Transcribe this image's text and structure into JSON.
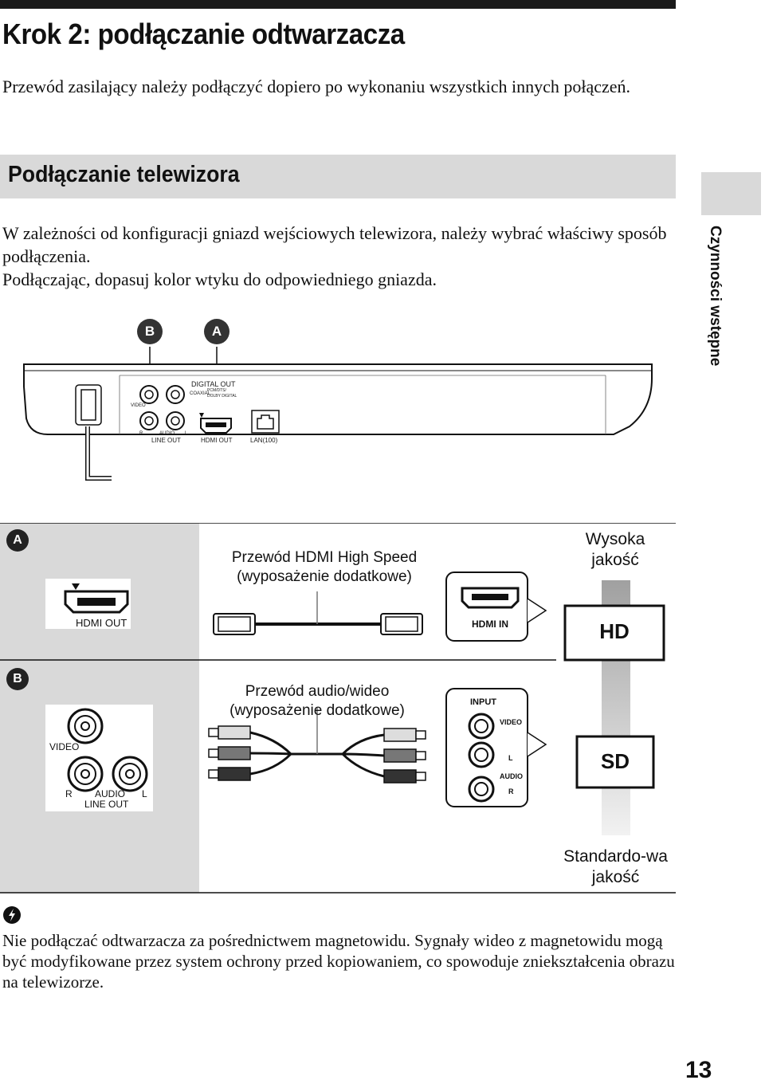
{
  "page": {
    "title": "Krok 2: podłączanie odtwarzacza",
    "intro": "Przewód zasilający należy podłączyć dopiero po wykonaniu wszystkich innych połączeń.",
    "section_title": "Podłączanie telewizora",
    "section_text_1": "W zależności od konfiguracji gniazd wejściowych telewizora, należy wybrać właściwy sposób podłączenia.",
    "section_text_2": "Podłączając, dopasuj kolor wtyku do odpowiedniego gniazda.",
    "side_label": "Czynności wstępne",
    "page_number": "13"
  },
  "rear_panel": {
    "badge_b": "B",
    "badge_a": "A",
    "digital_out": "DIGITAL OUT",
    "coaxial": "COAXIAL",
    "pcm_label_1": "PCM/DTS/",
    "pcm_label_2": "DOLBY DIGITAL",
    "video": "VIDEO",
    "r": "R",
    "audio": "AUDIO",
    "l": "L",
    "line_out": "LINE OUT",
    "hdmi_out": "HDMI OUT",
    "lan": "LAN(100)"
  },
  "connections": {
    "row_a": {
      "badge": "A",
      "player_jack": "HDMI OUT",
      "cable": "Przewód HDMI High Speed (wyposażenie dodatkowe)",
      "tv_jack": "HDMI IN",
      "quality_label": "Wysoka jakość",
      "tv_badge": "HD"
    },
    "row_b": {
      "badge": "B",
      "player_video": "VIDEO",
      "player_r": "R",
      "player_audio": "AUDIO",
      "player_l": "L",
      "player_line_out": "LINE OUT",
      "cable": "Przewód audio/wideo (wyposażenie dodatkowe)",
      "tv_input": "INPUT",
      "tv_video": "VIDEO",
      "tv_l": "L",
      "tv_audio": "AUDIO",
      "tv_r": "R",
      "quality_label": "Standardo-wa jakość",
      "tv_badge": "SD"
    }
  },
  "note": {
    "icon": "tip-icon",
    "text": "Nie podłączać odtwarzacza za pośrednictwem magnetowidu. Sygnały wideo z magnetowidu mogą być modyfikowane przez system ochrony przed kopiowaniem, co spowoduje zniekształcenia obrazu na telewizorze."
  },
  "colors": {
    "band": "#d9d9d9",
    "dark": "#1a1a1a"
  }
}
